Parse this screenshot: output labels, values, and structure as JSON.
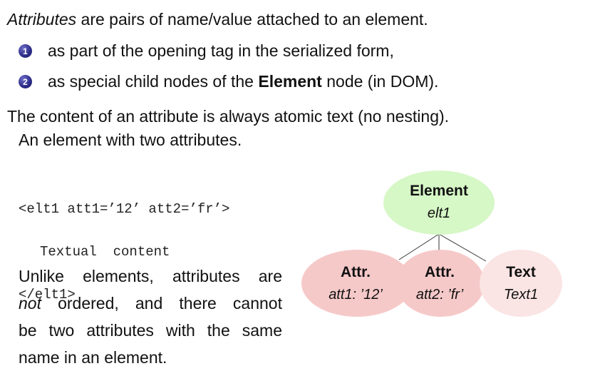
{
  "intro": {
    "em": "Attributes",
    "rest": " are pairs of name/value attached to an element."
  },
  "bullets": [
    {
      "num": "1",
      "text": "as part of the opening tag in the serialized form,"
    },
    {
      "num": "2",
      "pre": "as special child nodes of the ",
      "bold": "Element",
      "post": " node (in DOM)."
    }
  ],
  "atomic": "The content of an attribute is always atomic text (no nesting).",
  "caption": "An element with two attributes.",
  "code": {
    "line1": "<elt1 att1=’12’ att2=’fr’>",
    "line2": "Textual  content",
    "line3": "</elt1>"
  },
  "para": {
    "l1": "Unlike elements, attributes are",
    "l2_em": "not",
    "l2_rest": " ordered, and there cannot",
    "l3": "be two attributes with the same",
    "l4": "name in an element."
  },
  "tree": {
    "root": {
      "type": "Element",
      "name": "elt1",
      "color": "#d6f7c6"
    },
    "attr1": {
      "type": "Attr.",
      "name": "att1: ’12’",
      "color": "#f6c9c9"
    },
    "attr2": {
      "type": "Attr.",
      "name": "att2: ’fr’",
      "color": "#f6c9c9"
    },
    "text": {
      "type": "Text",
      "name": "Text1",
      "color": "#fbe4e4"
    }
  }
}
